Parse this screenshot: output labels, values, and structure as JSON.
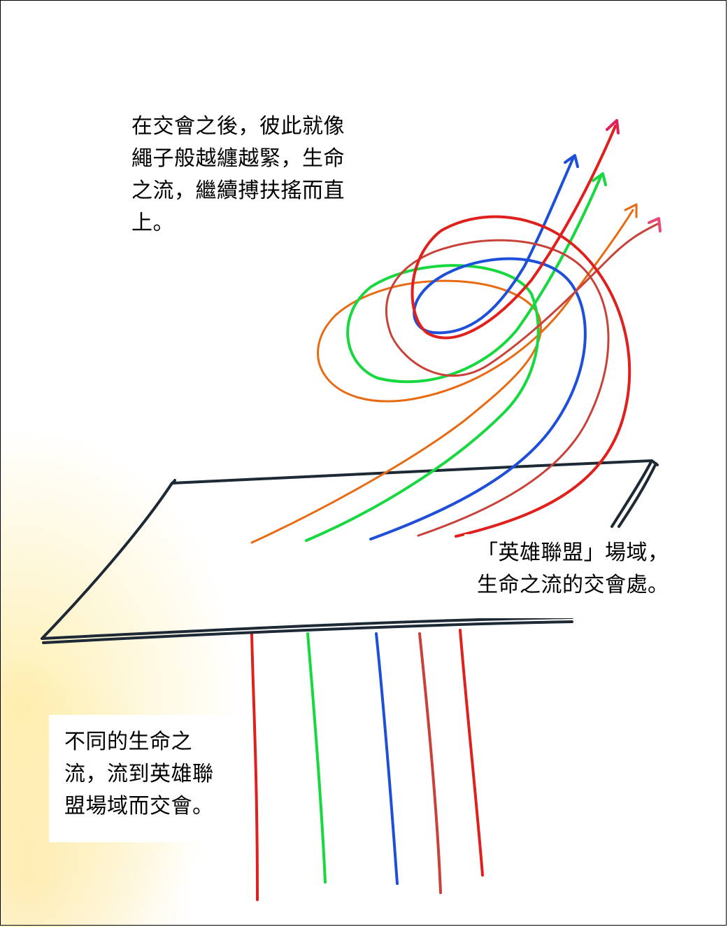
{
  "captions": {
    "top": "在交會之後，彼此就像\n繩子般越纏越緊，生命\n之流，繼續搏扶搖而直\n上。",
    "right": "「英雄聯盟」場域，\n生命之流的交會處。",
    "bottom": "不同的生命之\n流，流到英雄聯\n盟場域而交會。"
  },
  "colors": {
    "table_outline": "#1d2a35",
    "stream_red": "#e0201c",
    "stream_green": "#18d840",
    "stream_blue": "#1e4fd8",
    "stream_brown": "#c8423a",
    "stream_orange": "#e86a12",
    "stream_pink": "#e84a78",
    "paper_tint": "#fbe38a"
  },
  "icons": {
    "arrowheads": "arrow-head-icon"
  }
}
